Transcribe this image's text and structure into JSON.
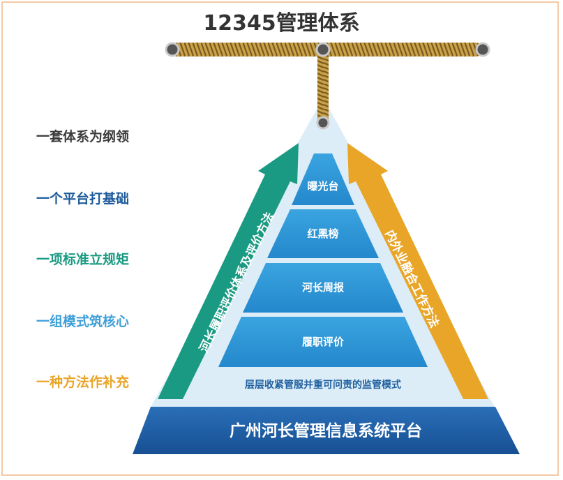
{
  "title": "12345管理体系",
  "left_items": [
    {
      "label": "一套体系为纲领",
      "color": "#3a3a3a"
    },
    {
      "label": "一个平台打基础",
      "color": "#1d5a9b"
    },
    {
      "label": "一项标准立规矩",
      "color": "#1a9a82"
    },
    {
      "label": "一组模式筑核心",
      "color": "#3e9fd8"
    },
    {
      "label": "一种方法作补充",
      "color": "#e9a528"
    }
  ],
  "pyramid": {
    "tiers": [
      "曝光台",
      "红黑榜",
      "河长周报",
      "履职评价"
    ],
    "bottom_label": "层层收紧管服并重可问责的监管模式",
    "base_label": "广州河长管理信息系统平台",
    "left_arrow_label": "河长履职评价体系及评价方法",
    "right_arrow_label": "内外业融合工作方法"
  },
  "colors": {
    "tier": "#2f97d6",
    "base": "#1e5fa8",
    "left_arrow": "#1a9a82",
    "right_arrow": "#e9a528",
    "backdrop": "#dcedf8",
    "rope": "#c9a24a"
  }
}
